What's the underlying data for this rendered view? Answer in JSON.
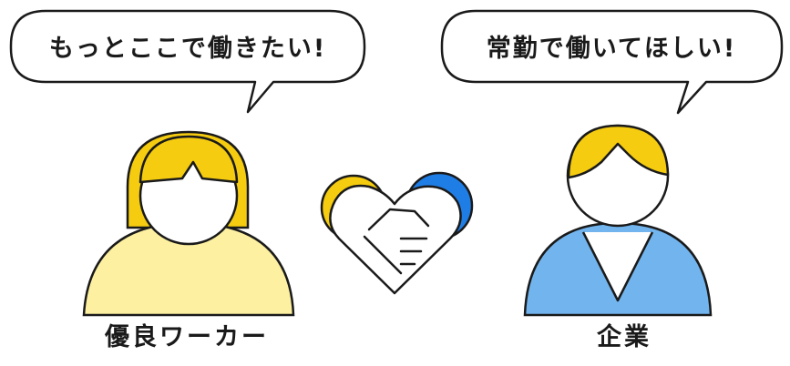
{
  "speech": {
    "worker": "もっとここで働きたい!",
    "company": "常勤で働いてほしい!"
  },
  "captions": {
    "worker": "優良ワーカー",
    "company": "企業"
  },
  "colors": {
    "outline": "#1a1a1a",
    "hair": "#f5cc0f",
    "worker_body": "#fdf0a0",
    "company_body": "#72b5ee",
    "heart_left": "#f5cc0f",
    "heart_right": "#1f7ee6",
    "background": "#ffffff"
  }
}
